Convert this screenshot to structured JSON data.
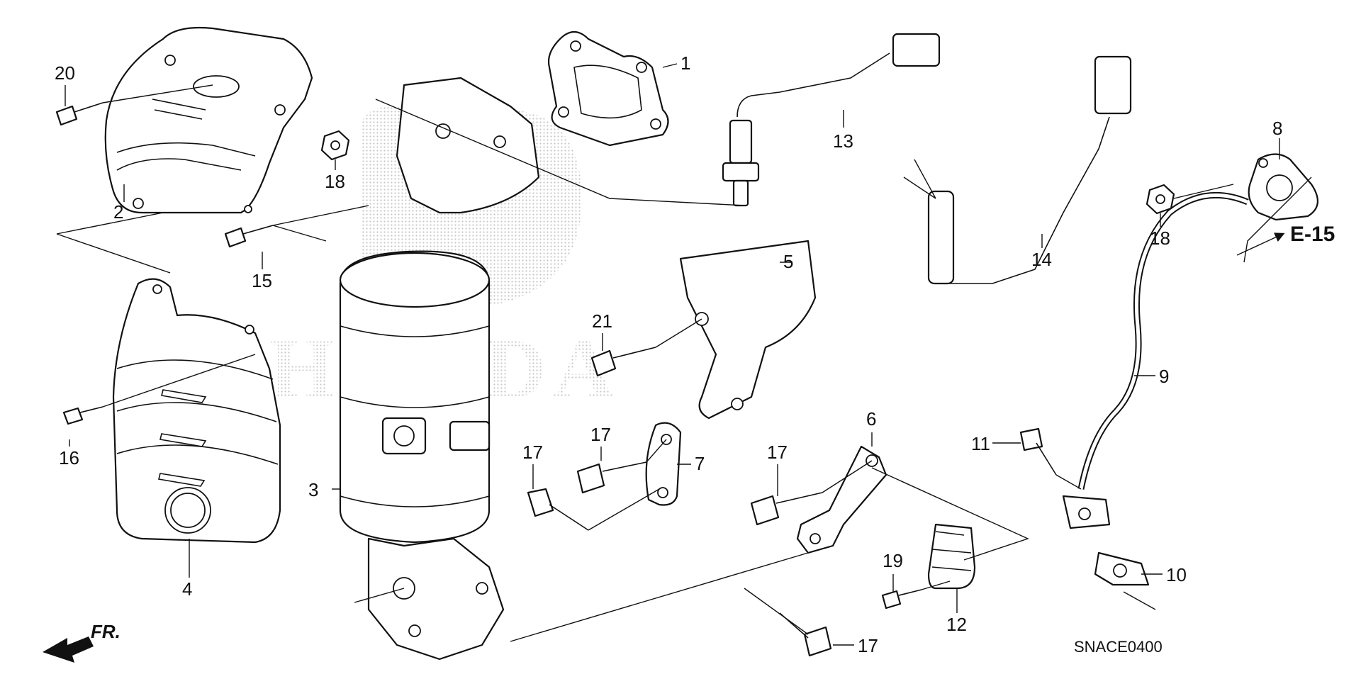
{
  "diagram": {
    "catalog_code": "SNACE0400",
    "section_ref": "E-15",
    "direction_label": "FR.",
    "watermark": "HONDA",
    "callouts": [
      "1",
      "2",
      "3",
      "4",
      "5",
      "6",
      "7",
      "8",
      "9",
      "10",
      "11",
      "12",
      "13",
      "14",
      "15",
      "16",
      "17",
      "18",
      "19",
      "20",
      "21"
    ]
  },
  "parts": [
    {
      "label": "1",
      "name": "gasket"
    },
    {
      "label": "2",
      "name": "upper-heat-shield"
    },
    {
      "label": "3",
      "name": "catalytic-converter"
    },
    {
      "label": "4",
      "name": "lower-heat-shield"
    },
    {
      "label": "5",
      "name": "converter-stay"
    },
    {
      "label": "6",
      "name": "bracket"
    },
    {
      "label": "7",
      "name": "stay"
    },
    {
      "label": "8",
      "name": "gasket"
    },
    {
      "label": "9",
      "name": "pipe"
    },
    {
      "label": "10",
      "name": "gasket"
    },
    {
      "label": "11",
      "name": "bolt"
    },
    {
      "label": "12",
      "name": "clip"
    },
    {
      "label": "13",
      "name": "oxygen-sensor"
    },
    {
      "label": "14",
      "name": "oxygen-sensor"
    },
    {
      "label": "15",
      "name": "bolt"
    },
    {
      "label": "16",
      "name": "bolt"
    },
    {
      "label": "17",
      "name": "bolt"
    },
    {
      "label": "18",
      "name": "nut"
    },
    {
      "label": "19",
      "name": "bolt"
    },
    {
      "label": "20",
      "name": "bolt"
    },
    {
      "label": "21",
      "name": "bolt"
    }
  ]
}
